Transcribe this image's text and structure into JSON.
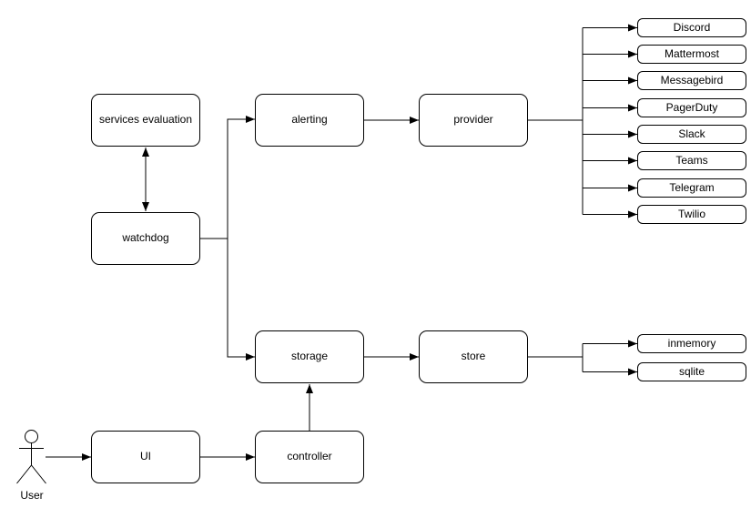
{
  "canvas": {
    "background": "#ffffff"
  },
  "style": {
    "stroke": "#000000",
    "node_fill": "#ffffff",
    "text_color": "#000000"
  },
  "nodes": {
    "services_evaluation": "services evaluation",
    "watchdog": "watchdog",
    "alerting": "alerting",
    "provider": "provider",
    "storage": "storage",
    "store": "store",
    "ui": "UI",
    "controller": "controller"
  },
  "alert_providers": [
    "Discord",
    "Mattermost",
    "Messagebird",
    "PagerDuty",
    "Slack",
    "Teams",
    "Telegram",
    "Twilio"
  ],
  "storage_backends": [
    "inmemory",
    "sqlite"
  ],
  "actor": {
    "label": "User"
  }
}
